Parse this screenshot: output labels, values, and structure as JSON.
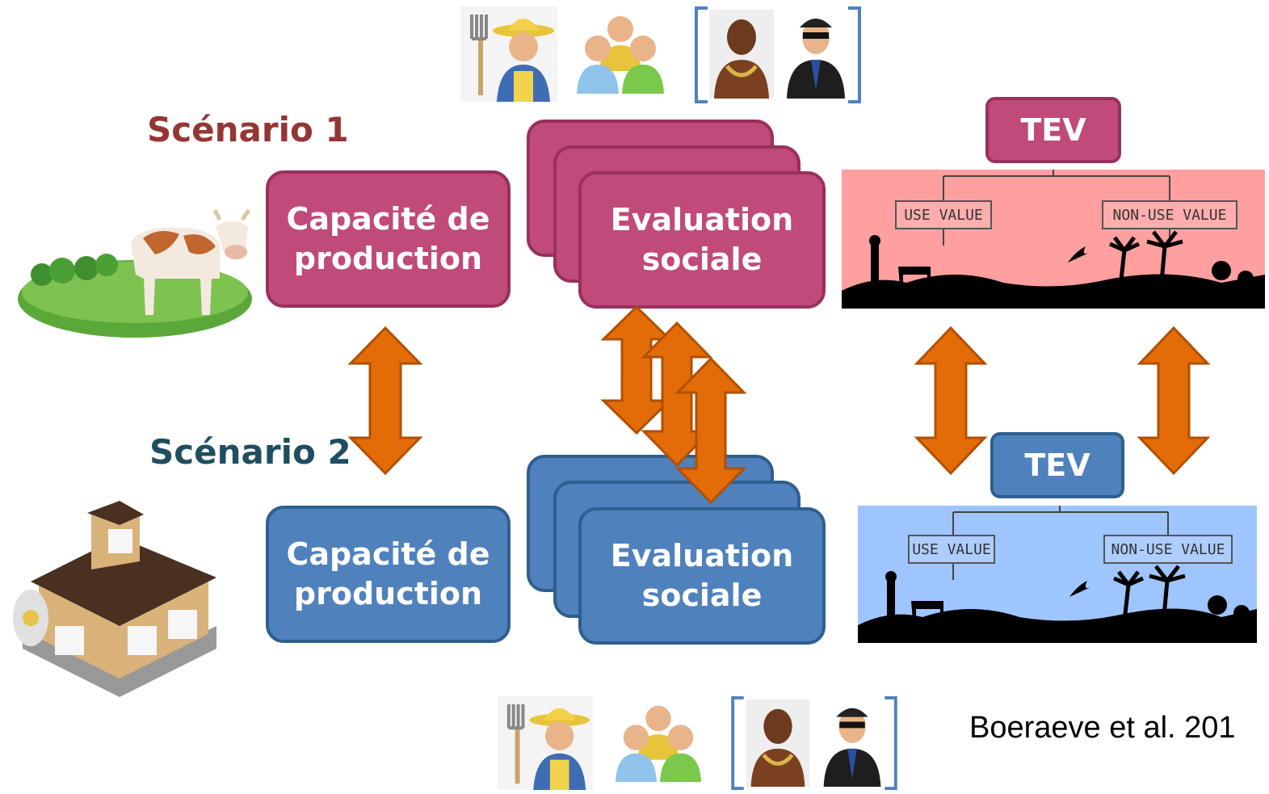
{
  "scenario1": {
    "label": "Scénario 1",
    "color": "#943634"
  },
  "scenario2": {
    "label": "Scénario 2",
    "color": "#1f4e5f"
  },
  "production_label": "Capacité de\nproduction",
  "evaluation_label": "Evaluation\nsociale",
  "tev_label": "TEV",
  "use_value_label": "USE VALUE",
  "non_use_value_label": "NON-USE VALUE",
  "citation": "Boeraeve et al. 201",
  "colors": {
    "pink_box": "#c04a7a",
    "blue_box": "#4f81bd",
    "arrow": "#e36c09",
    "landscape_pink": "#ff9f9f",
    "landscape_blue": "#9fc5ff"
  },
  "icons": [
    "farmer-icon",
    "group-icon",
    "indigenous-person-icon",
    "businessman-icon",
    "cow-icon",
    "dairy-barn-icon"
  ]
}
